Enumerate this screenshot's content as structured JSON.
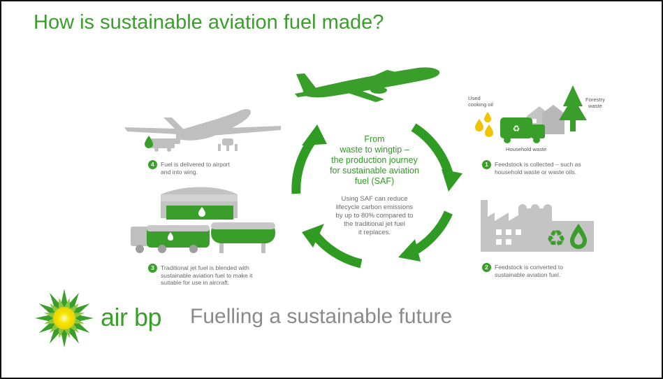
{
  "title": "How is sustainable aviation fuel made?",
  "center": {
    "from": "From",
    "headline_1": "waste to wingtip –",
    "headline_2": "the production journey",
    "headline_3": "for sustainable aviation",
    "headline_4": "fuel (SAF)",
    "body_1": "Using SAF can reduce",
    "body_2": "lifecycle carbon emissions",
    "body_3": "by up to 80% compared to",
    "body_4": "the traditional jet fuel",
    "body_5": "it replaces."
  },
  "steps": [
    {
      "num": "1",
      "line1": "Feedstock is collected – such as",
      "line2": "household waste or waste oils."
    },
    {
      "num": "2",
      "line1": "Feedstock is converted to",
      "line2": "sustainable aviation fuel."
    },
    {
      "num": "3",
      "line1": "Traditional jet fuel is blended with",
      "line2": "sustainable aviation fuel to make it",
      "line3": "suitable for use in aircraft."
    },
    {
      "num": "4",
      "line1": "Fuel is delivered to airport",
      "line2": "and into wing."
    }
  ],
  "feedstock_labels": {
    "used_oil_1": "Used",
    "used_oil_2": "cooking oil",
    "forestry_1": "Forestry",
    "forestry_2": "waste",
    "household": "Household waste"
  },
  "brand": {
    "air": "air",
    "bp": "bp",
    "tagline": "Fuelling a sustainable future"
  },
  "colors": {
    "green": "#3a9e2b",
    "dark_green": "#2f9b23",
    "gray": "#bfbfbf",
    "text_gray": "#666666",
    "sun_yellow": "#f5e100"
  },
  "icons": [
    "airplane-icon",
    "cycle-arrows-icon",
    "garbage-truck-icon",
    "house-icon",
    "tree-icon",
    "oil-drop-icon",
    "factory-icon",
    "recycle-icon",
    "fuel-tank-icon",
    "tanker-truck-icon",
    "bp-helios-logo"
  ]
}
